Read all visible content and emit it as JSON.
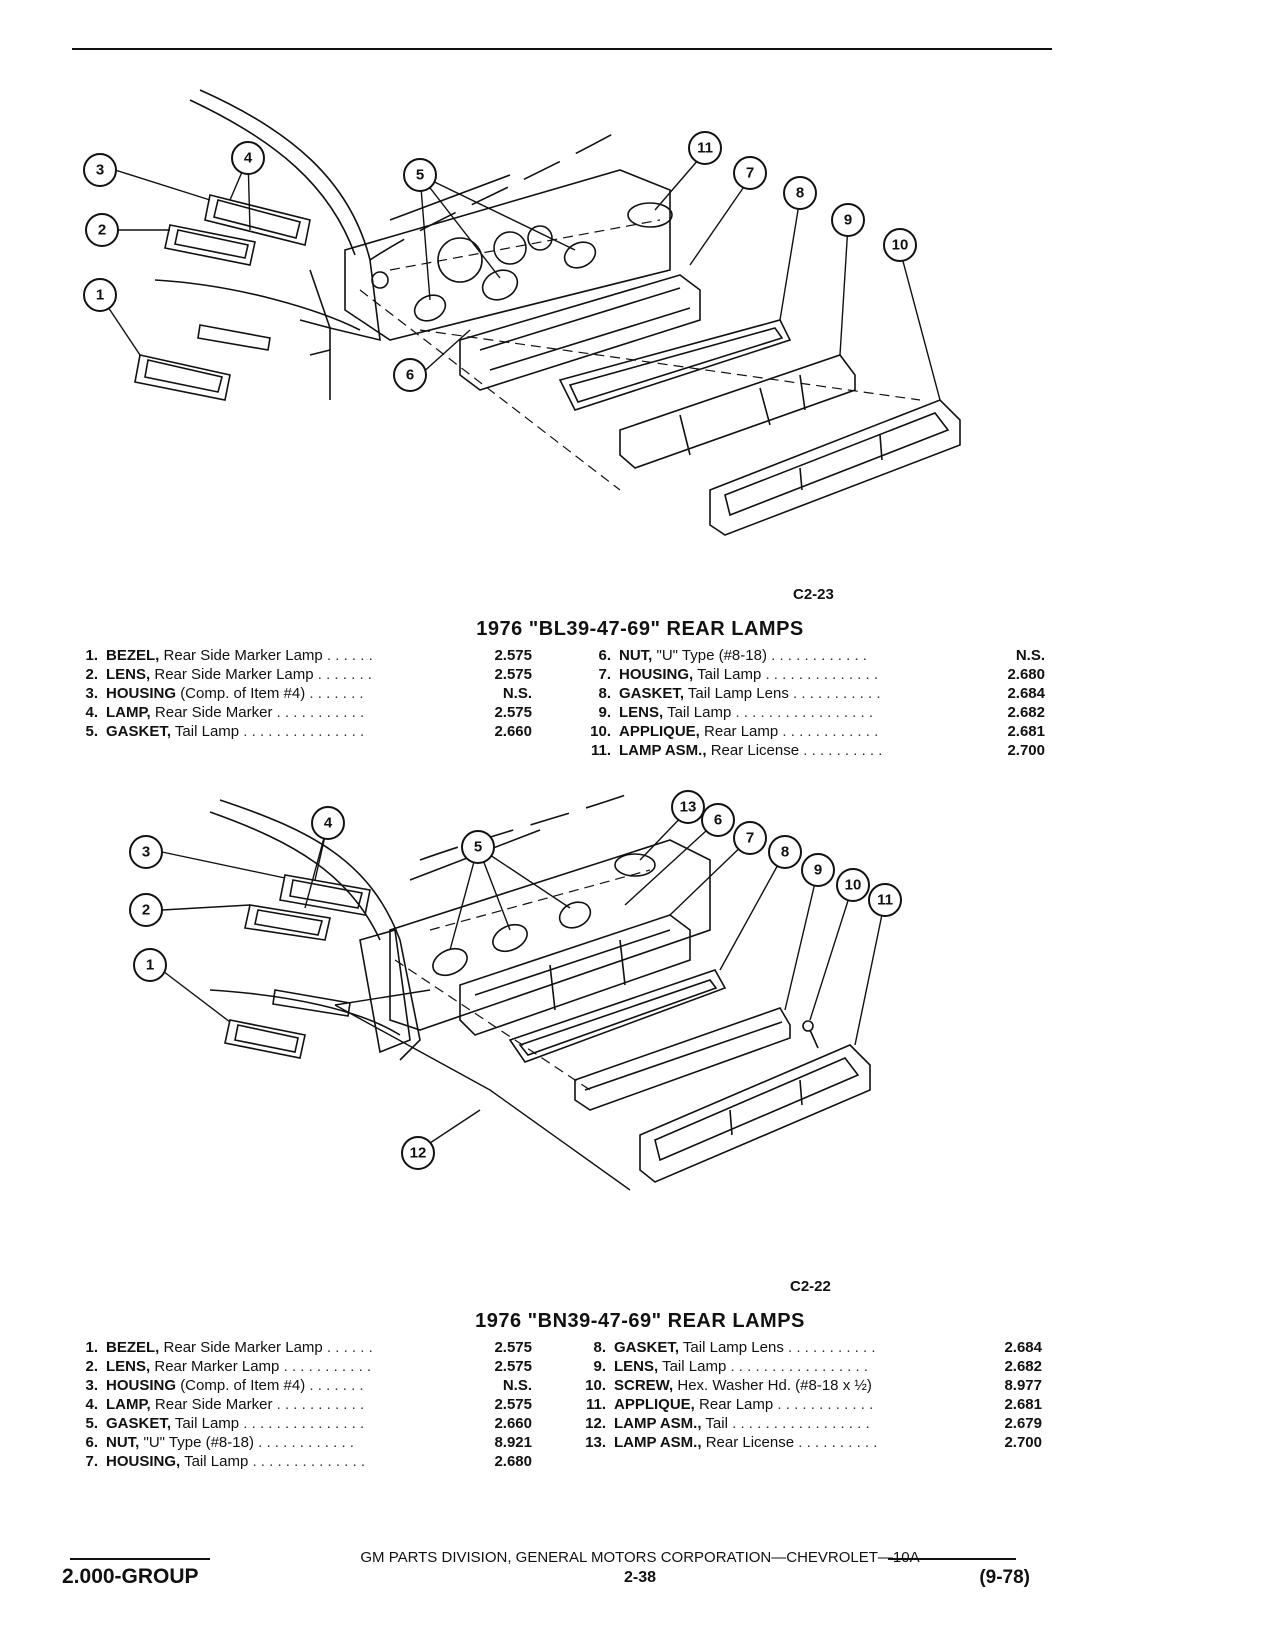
{
  "section1": {
    "figure_code": "C2-23",
    "title": "1976 \"BL39-47-69\" REAR LAMPS",
    "callouts": [
      "1",
      "2",
      "3",
      "4",
      "5",
      "6",
      "7",
      "8",
      "9",
      "10",
      "11"
    ],
    "parts_left": [
      {
        "num": "1.",
        "name": "BEZEL,",
        "desc": "Rear Side Marker Lamp",
        "value": "2.575"
      },
      {
        "num": "2.",
        "name": "LENS,",
        "desc": "Rear Side Marker Lamp",
        "value": "2.575"
      },
      {
        "num": "3.",
        "name": "HOUSING",
        "desc": "(Comp. of Item #4)",
        "value": "N.S."
      },
      {
        "num": "4.",
        "name": "LAMP,",
        "desc": "Rear Side Marker",
        "value": "2.575"
      },
      {
        "num": "5.",
        "name": "GASKET,",
        "desc": "Tail Lamp",
        "value": "2.660"
      }
    ],
    "parts_right": [
      {
        "num": "6.",
        "name": "NUT,",
        "desc": "\"U\" Type (#8-18)",
        "value": "N.S."
      },
      {
        "num": "7.",
        "name": "HOUSING,",
        "desc": "Tail Lamp",
        "value": "2.680"
      },
      {
        "num": "8.",
        "name": "GASKET,",
        "desc": "Tail Lamp Lens",
        "value": "2.684"
      },
      {
        "num": "9.",
        "name": "LENS,",
        "desc": "Tail Lamp",
        "value": "2.682"
      },
      {
        "num": "10.",
        "name": "APPLIQUE,",
        "desc": "Rear Lamp",
        "value": "2.681"
      },
      {
        "num": "11.",
        "name": "LAMP ASM.,",
        "desc": "Rear License",
        "value": "2.700"
      }
    ]
  },
  "section2": {
    "figure_code": "C2-22",
    "title": "1976 \"BN39-47-69\" REAR LAMPS",
    "callouts": [
      "1",
      "2",
      "3",
      "4",
      "5",
      "6",
      "7",
      "8",
      "9",
      "10",
      "11",
      "12",
      "13"
    ],
    "parts_left": [
      {
        "num": "1.",
        "name": "BEZEL,",
        "desc": "Rear Side Marker Lamp",
        "value": "2.575"
      },
      {
        "num": "2.",
        "name": "LENS,",
        "desc": "Rear Marker Lamp",
        "value": "2.575"
      },
      {
        "num": "3.",
        "name": "HOUSING",
        "desc": "(Comp. of Item #4)",
        "value": "N.S."
      },
      {
        "num": "4.",
        "name": "LAMP,",
        "desc": "Rear Side Marker",
        "value": "2.575"
      },
      {
        "num": "5.",
        "name": "GASKET,",
        "desc": "Tail Lamp",
        "value": "2.660"
      },
      {
        "num": "6.",
        "name": "NUT,",
        "desc": "\"U\" Type (#8-18)",
        "value": "8.921"
      },
      {
        "num": "7.",
        "name": "HOUSING,",
        "desc": "Tail Lamp",
        "value": "2.680"
      }
    ],
    "parts_right": [
      {
        "num": "8.",
        "name": "GASKET,",
        "desc": "Tail Lamp Lens",
        "value": "2.684"
      },
      {
        "num": "9.",
        "name": "LENS,",
        "desc": "Tail Lamp",
        "value": "2.682"
      },
      {
        "num": "10.",
        "name": "SCREW,",
        "desc": "Hex. Washer Hd. (#8-18 x ½)",
        "value": "8.977"
      },
      {
        "num": "11.",
        "name": "APPLIQUE,",
        "desc": "Rear Lamp",
        "value": "2.681"
      },
      {
        "num": "12.",
        "name": "LAMP ASM.,",
        "desc": "Tail",
        "value": "2.679"
      },
      {
        "num": "13.",
        "name": "LAMP ASM.,",
        "desc": "Rear License",
        "value": "2.700"
      }
    ]
  },
  "footer": {
    "division": "GM PARTS DIVISION, GENERAL MOTORS CORPORATION—CHEVROLET—10A",
    "group": "2.000-GROUP",
    "page": "2-38",
    "date": "(9-78)"
  }
}
